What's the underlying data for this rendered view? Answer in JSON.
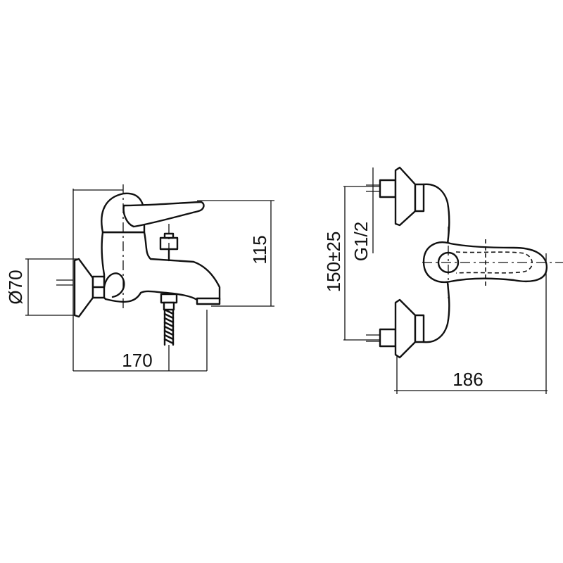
{
  "dimensions": {
    "side_height": "115",
    "side_length": "170",
    "side_diameter": "Ø70",
    "top_spacing": "150±25",
    "top_thread": "G1/2",
    "top_length": "186"
  }
}
